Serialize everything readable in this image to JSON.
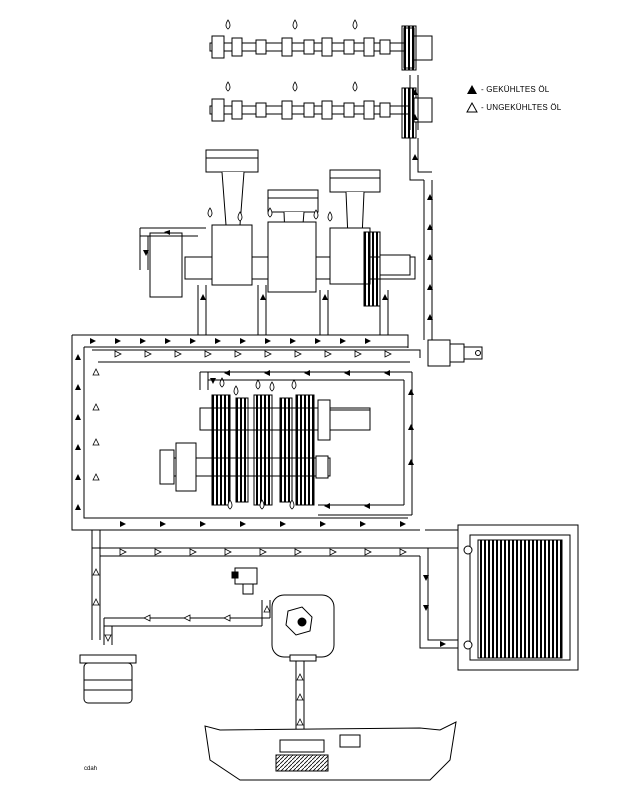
{
  "legend": {
    "cooled_oil": "- GEKÜHLTES ÖL",
    "uncooled_oil": "- UNGEKÜHLTES ÖL"
  },
  "figure_code": "cdah"
}
